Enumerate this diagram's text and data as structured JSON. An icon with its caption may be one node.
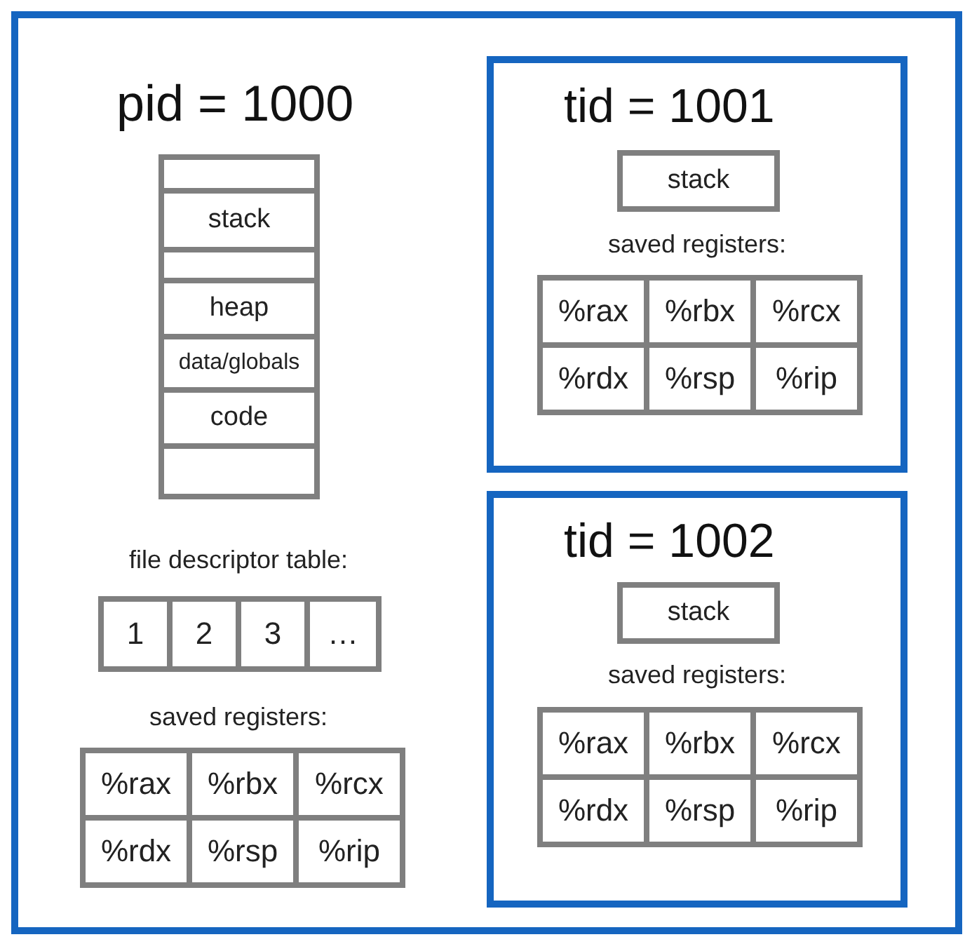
{
  "diagram": {
    "nodes": [
      {
        "text": [
          "pid = 1000"
        ]
      },
      {
        "text": [],
        "shape": "box",
        "in": 0
      },
      {
        "text": [
          "stack"
        ],
        "in": 0
      },
      {
        "text": [],
        "shape": "box",
        "in": 0
      },
      {
        "text": [
          "heap"
        ],
        "in": 0
      },
      {
        "text": [
          "data/globals"
        ],
        "in": 0
      },
      {
        "text": [
          "code"
        ],
        "in": 0
      },
      {
        "text": [],
        "shape": "box",
        "in": 0
      },
      {
        "text": [
          "1"
        ],
        "in": 0
      },
      {
        "text": [
          "2"
        ],
        "in": 0
      },
      {
        "text": [
          "3"
        ],
        "in": 0
      },
      {
        "text": [
          "…"
        ],
        "in": 0
      },
      {
        "text": [
          "%rax"
        ],
        "in": 0
      },
      {
        "text": [
          "%rbx"
        ],
        "in": 0
      },
      {
        "text": [
          "%rcx"
        ],
        "in": 0
      },
      {
        "text": [
          "%rdx"
        ],
        "in": 0
      },
      {
        "text": [
          "%rsp"
        ],
        "in": 0
      },
      {
        "text": [
          "%rip"
        ],
        "in": 0
      },
      {
        "text": [
          "tid = 1001"
        ],
        "in": 0
      },
      {
        "text": [
          "stack"
        ],
        "in": 18
      },
      {
        "text": [
          "%rax"
        ],
        "in": 18
      },
      {
        "text": [
          "%rbx"
        ],
        "in": 18
      },
      {
        "text": [
          "%rcx"
        ],
        "in": 18
      },
      {
        "text": [
          "%rdx"
        ],
        "in": 18
      },
      {
        "text": [
          "%rsp"
        ],
        "in": 18
      },
      {
        "text": [
          "%rip"
        ],
        "in": 18
      },
      {
        "text": [
          "tid = 1002"
        ],
        "in": 0
      },
      {
        "text": [
          "stack"
        ],
        "in": 26
      },
      {
        "text": [
          "%rax"
        ],
        "in": 26
      },
      {
        "text": [
          "%rbx"
        ],
        "in": 26
      },
      {
        "text": [
          "%rcx"
        ],
        "in": 26
      },
      {
        "text": [
          "%rdx"
        ],
        "in": 26
      },
      {
        "text": [
          "%rsp"
        ],
        "in": 26
      },
      {
        "text": [
          "%rip"
        ],
        "in": 26
      }
    ],
    "labels": [
      "saved registers:",
      "file descriptor table:",
      "saved registers:",
      "saved registers:"
    ]
  }
}
